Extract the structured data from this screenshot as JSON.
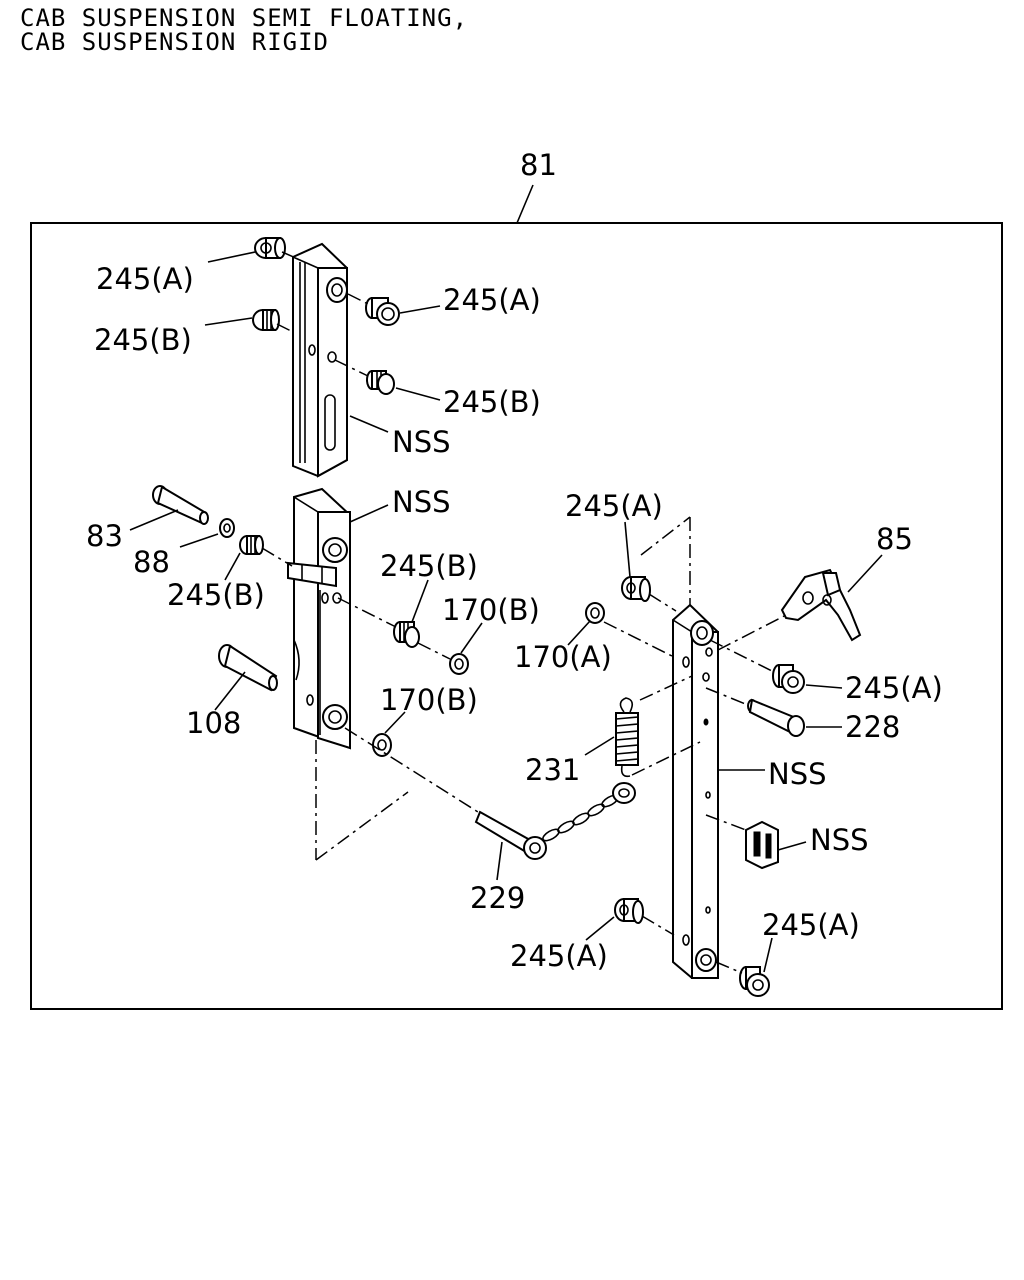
{
  "title": {
    "line1": "CAB SUSPENSION SEMI FLOATING,",
    "line2": "CAB SUSPENSION RIGID"
  },
  "callouts": {
    "assembly": "81",
    "bushing_a": "245(A)",
    "bushing_b": "245(B)",
    "nss": "NSS",
    "bolt_83": "83",
    "washer_88": "88",
    "pin_108": "108",
    "washer_170a": "170(A)",
    "washer_170b": "170(B)",
    "lever_85": "85",
    "pin_228": "228",
    "pin_229": "229",
    "spring_231": "231"
  }
}
